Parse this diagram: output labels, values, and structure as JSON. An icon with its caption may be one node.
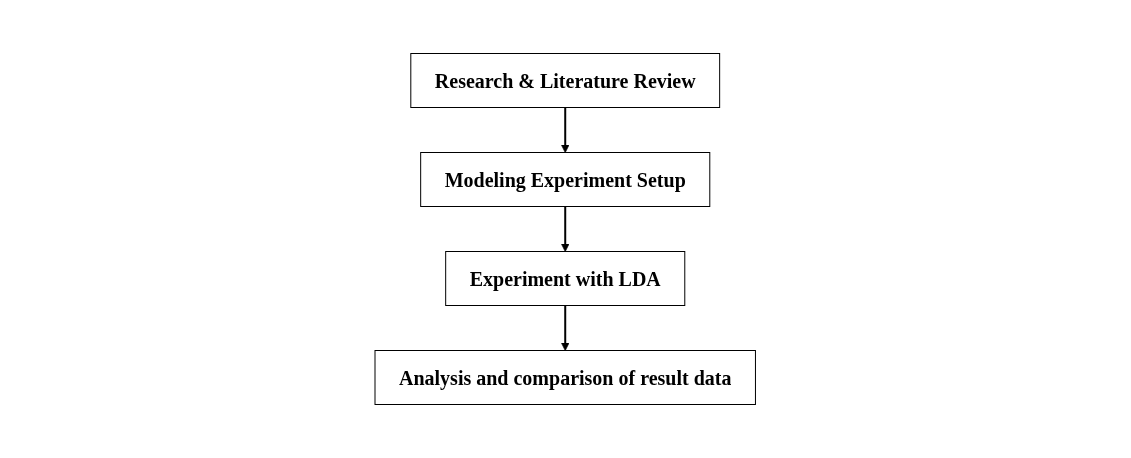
{
  "diagram": {
    "nodes": [
      {
        "text": [
          "Research & Literature Review"
        ]
      },
      {
        "text": [
          "Modeling Experiment Setup"
        ]
      },
      {
        "text": [
          "Experiment with LDA"
        ]
      },
      {
        "text": [
          "Analysis and comparison of result data"
        ]
      }
    ],
    "edges": [
      {
        "from": 0,
        "to": 1,
        "arrow": "to"
      },
      {
        "from": 1,
        "to": 2,
        "arrow": "to"
      },
      {
        "from": 2,
        "to": 3,
        "arrow": "to"
      }
    ]
  }
}
